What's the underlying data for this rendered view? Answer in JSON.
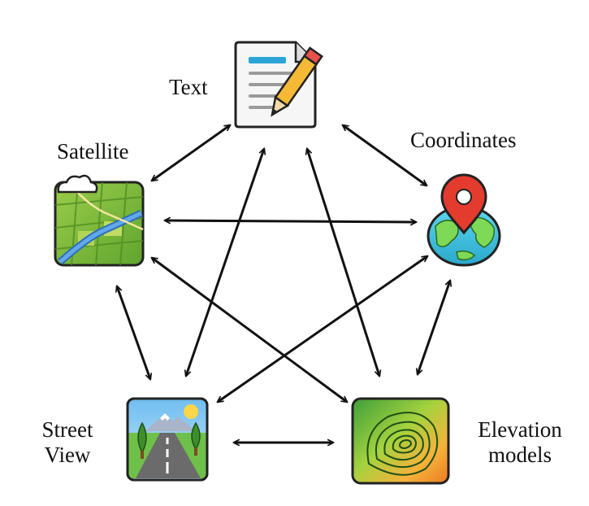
{
  "nodes": {
    "text": {
      "label": "Text"
    },
    "coordinates": {
      "label": "Coordinates"
    },
    "satellite": {
      "label": "Satellite"
    },
    "street_view": {
      "label_line1": "Street",
      "label_line2": "View"
    },
    "elevation": {
      "label_line1": "Elevation",
      "label_line2": "models"
    }
  },
  "icons": {
    "text": "document-pencil-icon",
    "coordinates": "globe-pin-icon",
    "satellite": "satellite-map-icon",
    "street_view": "road-mountain-icon",
    "elevation": "topographic-map-icon"
  },
  "colors": {
    "arrow": "#111111",
    "doc_accent": "#2aa5d6",
    "pin": "#e43b2f",
    "globe_water": "#37c0dd",
    "globe_land": "#7ed957",
    "sat_green": "#8bc34a",
    "sat_river": "#4a90d9",
    "sky": "#7ec8f0",
    "road": "#666666",
    "topo_green": "#4caf50",
    "topo_orange": "#f4a032"
  }
}
